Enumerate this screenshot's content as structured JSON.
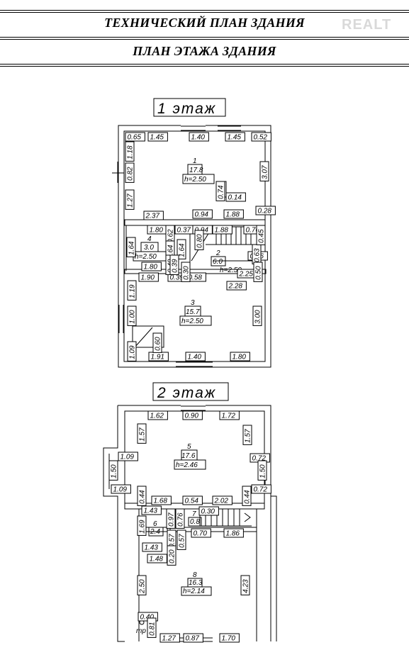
{
  "header": {
    "title": "ТЕХНИЧЕСКИЙ ПЛАН ЗДАНИЯ",
    "subtitle": "ПЛАН ЭТАЖА ЗДАНИЯ",
    "watermark": "REALT"
  },
  "floor1": {
    "label": "1 этаж",
    "rooms": [
      {
        "num": "1",
        "area": "17.8",
        "height": "h=2.50"
      },
      {
        "num": "4",
        "area": "3.0",
        "height": "h=2.50"
      },
      {
        "num": "2",
        "area": "6.0",
        "height": "h=2.50"
      },
      {
        "num": "3",
        "area": "15.7",
        "height": "h=2.50"
      }
    ],
    "dims_h": [
      "0.65",
      "1.45",
      "1.40",
      "1.45",
      "0.52",
      "2.37",
      "0.94",
      "1.88",
      "1.80",
      "0.37",
      "0.94",
      "1.88",
      "0.76",
      "1.80",
      "1.90",
      "0.39",
      "0.58",
      "2.28",
      "1.91",
      "1.40",
      "1.80",
      "0.76",
      "0.28",
      "0.14",
      "2.25"
    ],
    "dims_v": [
      "1.18",
      "0.82",
      "1.27",
      "3.07",
      "1.64",
      "0.62",
      "0.64",
      "1.64",
      "0.80",
      "0.63",
      "0.49",
      "0.39",
      "1.19",
      "1.00",
      "3.00",
      "1.09",
      "0.60",
      "0.74",
      "0.30",
      "0.45",
      "0.50"
    ]
  },
  "floor2": {
    "label": "2 этаж",
    "rooms": [
      {
        "num": "5",
        "area": "17.6",
        "height": "h=2.46"
      },
      {
        "num": "6",
        "area": "2.4",
        "height": ""
      },
      {
        "num": "7",
        "area": "0.8",
        "height": ""
      },
      {
        "num": "8",
        "area": "16.3",
        "height": "h=2.14"
      }
    ],
    "dims_h": [
      "1.62",
      "0.90",
      "1.72",
      "1.09",
      "0.72",
      "1.09",
      "0.72",
      "1.68",
      "0.54",
      "2.02",
      "0.30",
      "1.43",
      "1.43",
      "0.70",
      "1.86",
      "1.48",
      "0.40",
      "1.27",
      "0.87",
      "1.70"
    ],
    "dims_v": [
      "1.57",
      "1.57",
      "1.50",
      "1.50",
      "0.44",
      "0.44",
      "1.69",
      "0.97",
      "0.76",
      "0.57",
      "0.57",
      "0.20",
      "2.50",
      "4.23",
      "0.81"
    ],
    "misc": "mp"
  }
}
